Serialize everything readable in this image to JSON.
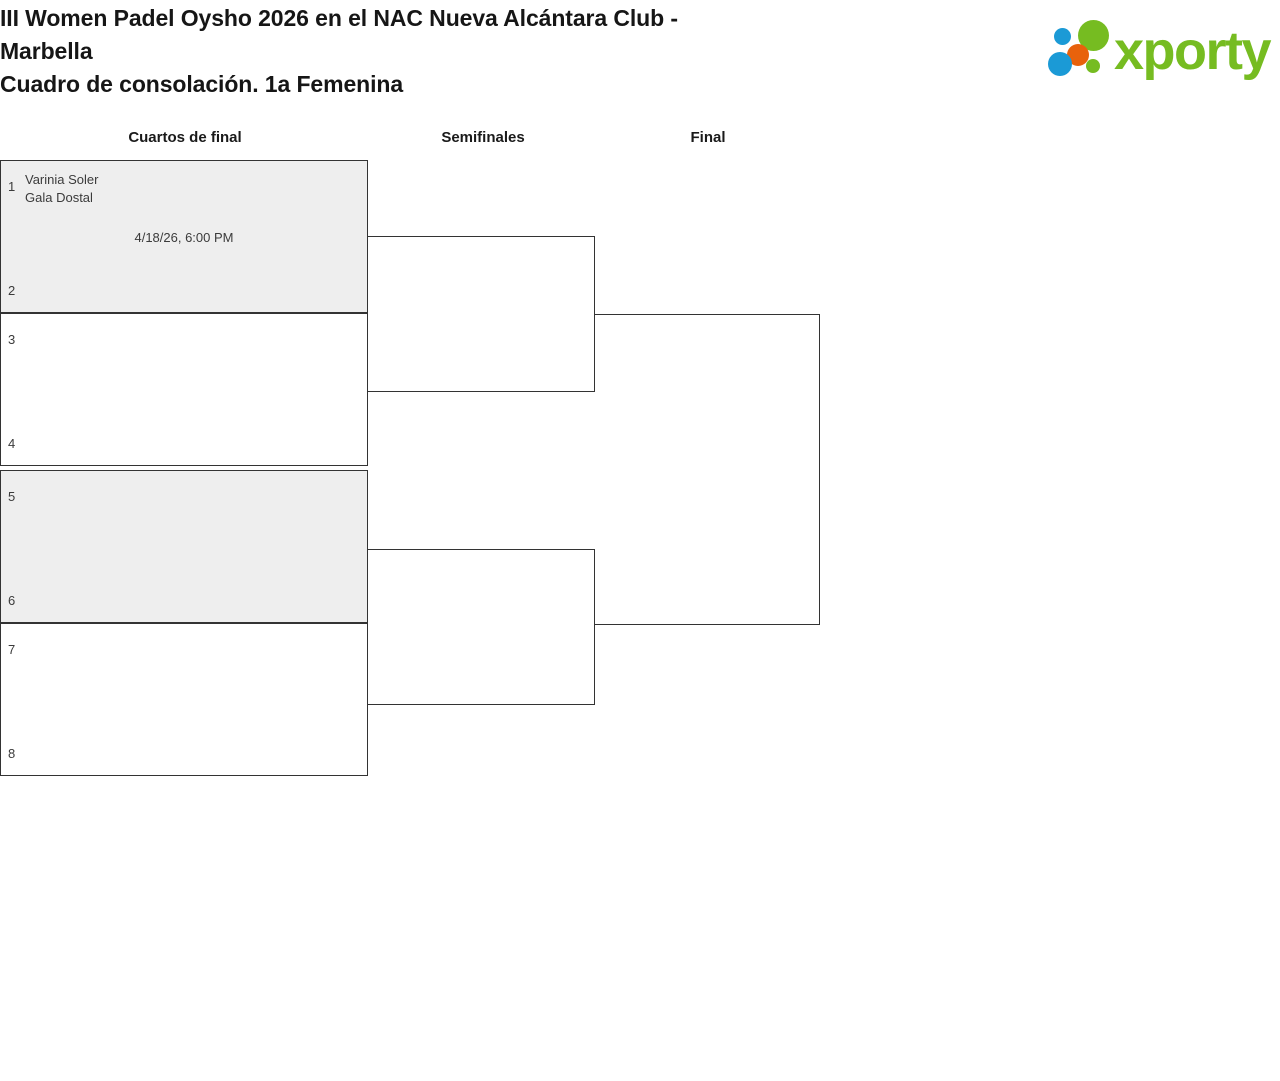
{
  "header": {
    "title_lines": [
      "III Women Padel Oysho 2026 en el NAC Nueva Alcántara Club -",
      "Marbella",
      "Cuadro de consolación. 1a Femenina"
    ],
    "logo": {
      "wordmark": "xporty",
      "colors": {
        "green": "#76bc21",
        "blue": "#1b9ad6",
        "orange": "#e8620c"
      },
      "dots": [
        {
          "name": "dot-blue-small",
          "color": "#1b9ad6"
        },
        {
          "name": "dot-green-large",
          "color": "#76bc21"
        },
        {
          "name": "dot-orange",
          "color": "#e8620c"
        },
        {
          "name": "dot-blue-large",
          "color": "#1b9ad6"
        },
        {
          "name": "dot-green-small",
          "color": "#76bc21"
        }
      ]
    }
  },
  "bracket": {
    "rounds": [
      {
        "key": "quarterfinals",
        "label": "Cuartos de final"
      },
      {
        "key": "semifinals",
        "label": "Semifinales"
      },
      {
        "key": "final",
        "label": "Final"
      }
    ],
    "quarterfinals": [
      {
        "match_number": 1,
        "shaded": true,
        "date": "4/18/26, 6:00 PM",
        "top": {
          "seed": "1",
          "players": "Varinia Soler\nGala Dostal",
          "player1": "Varinia Soler",
          "player2": "Gala Dostal"
        },
        "bottom": {
          "seed": "2",
          "players": "",
          "player1": "",
          "player2": ""
        }
      },
      {
        "match_number": 2,
        "shaded": false,
        "date": "",
        "top": {
          "seed": "3",
          "players": "",
          "player1": "",
          "player2": ""
        },
        "bottom": {
          "seed": "4",
          "players": "",
          "player1": "",
          "player2": ""
        }
      },
      {
        "match_number": 3,
        "shaded": true,
        "date": "",
        "top": {
          "seed": "5",
          "players": "",
          "player1": "",
          "player2": ""
        },
        "bottom": {
          "seed": "6",
          "players": "",
          "player1": "",
          "player2": ""
        }
      },
      {
        "match_number": 4,
        "shaded": false,
        "date": "",
        "top": {
          "seed": "7",
          "players": "",
          "player1": "",
          "player2": ""
        },
        "bottom": {
          "seed": "8",
          "players": "",
          "player1": "",
          "player2": ""
        }
      }
    ],
    "semifinals": [
      {
        "match_number": 1,
        "date": "",
        "top": {
          "players": ""
        },
        "bottom": {
          "players": ""
        }
      },
      {
        "match_number": 2,
        "date": "",
        "top": {
          "players": ""
        },
        "bottom": {
          "players": ""
        }
      }
    ],
    "final": [
      {
        "match_number": 1,
        "date": "",
        "top": {
          "players": ""
        },
        "bottom": {
          "players": ""
        }
      }
    ]
  }
}
